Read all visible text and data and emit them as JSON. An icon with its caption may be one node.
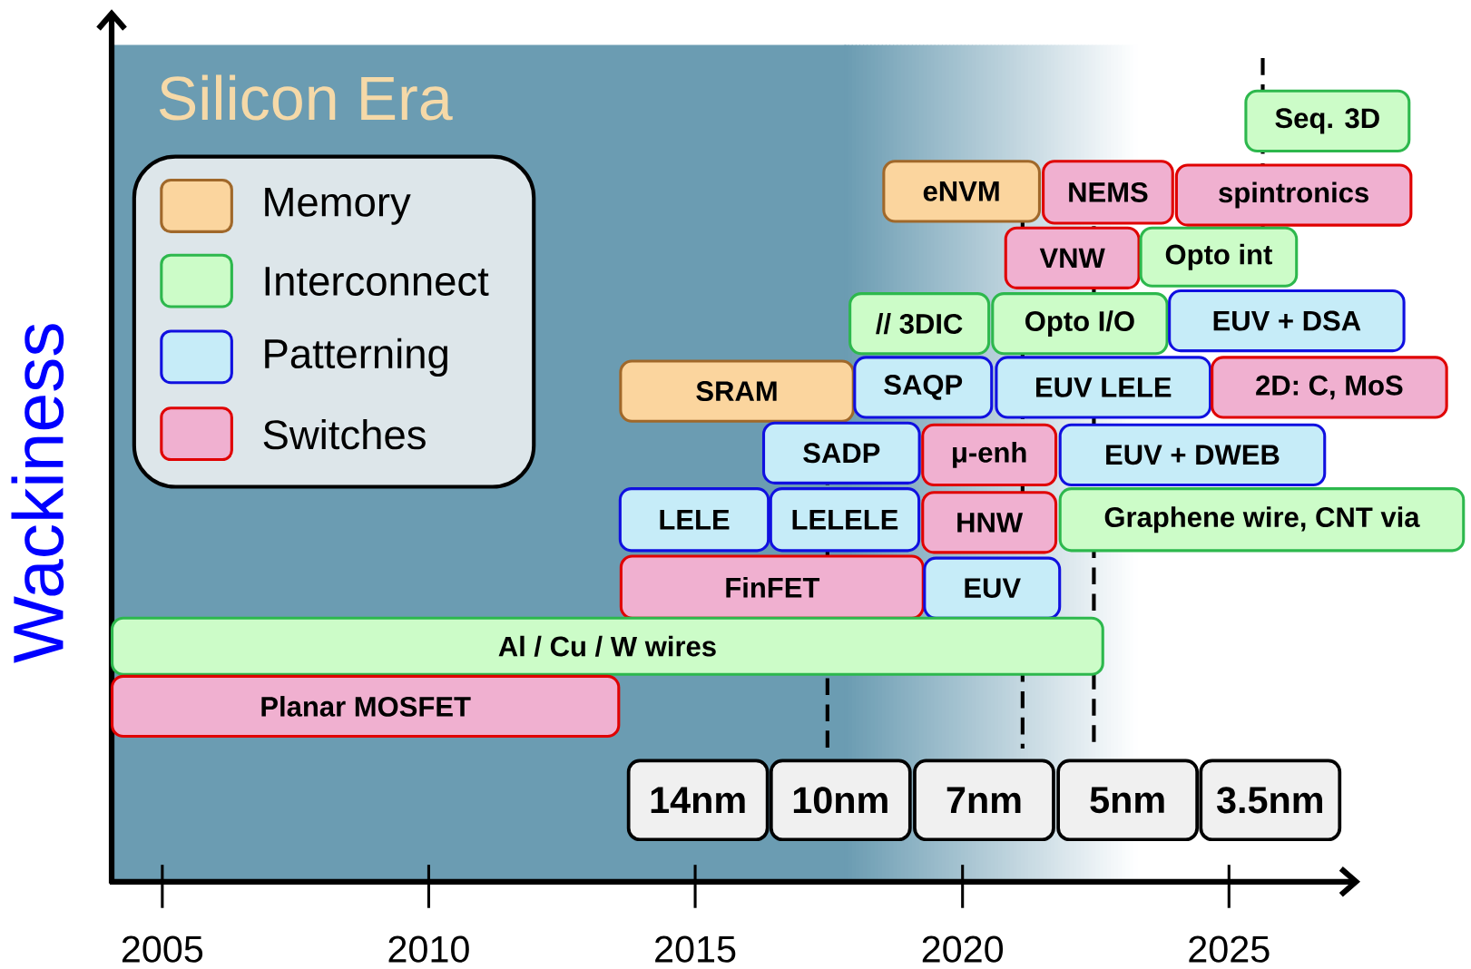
{
  "diagram": {
    "title": "Silicon Era",
    "nodes": [
      {
        "text": [
          "Seq. 3D"
        ]
      },
      {
        "text": [
          "eNVM"
        ]
      },
      {
        "text": [
          "NEMS"
        ]
      },
      {
        "text": [
          "spintronics"
        ]
      },
      {
        "text": [
          "VNW"
        ]
      },
      {
        "text": [
          "Opto int"
        ]
      },
      {
        "text": [
          "// 3DIC"
        ]
      },
      {
        "text": [
          "Opto I/O"
        ]
      },
      {
        "text": [
          "EUV + DSA"
        ]
      },
      {
        "text": [
          "SRAM"
        ]
      },
      {
        "text": [
          "SAQP"
        ]
      },
      {
        "text": [
          "EUV LELE"
        ]
      },
      {
        "text": [
          "2D:  C, MoS"
        ]
      },
      {
        "text": [
          "SADP"
        ]
      },
      {
        "text": [
          "μ-enh"
        ]
      },
      {
        "text": [
          "EUV + DWEB"
        ]
      },
      {
        "text": [
          "LELE"
        ]
      },
      {
        "text": [
          "LELELE"
        ]
      },
      {
        "text": [
          "HNW"
        ]
      },
      {
        "text": [
          "Graphene wire, CNT via"
        ]
      },
      {
        "text": [
          "FinFET"
        ]
      },
      {
        "text": [
          "EUV"
        ]
      },
      {
        "text": [
          "Al / Cu / W wires"
        ]
      },
      {
        "text": [
          "Planar MOSFET"
        ]
      },
      {
        "text": [
          "14nm"
        ]
      },
      {
        "text": [
          "10nm"
        ]
      },
      {
        "text": [
          "7nm"
        ]
      },
      {
        "text": [
          "5nm"
        ]
      },
      {
        "text": [
          "3.5nm"
        ]
      }
    ],
    "labels": [
      "Wackiness",
      "2005",
      "2010",
      "2015",
      "2020",
      "2025"
    ],
    "legend": [
      {
        "text": "Memory",
        "color": "#fbd59e"
      },
      {
        "text": "Interconnect",
        "color": "#ccfcc8"
      },
      {
        "text": "Patterning",
        "color": "#c6ecf8"
      },
      {
        "text": "Switches",
        "color": "#f0b0d0"
      }
    ]
  }
}
